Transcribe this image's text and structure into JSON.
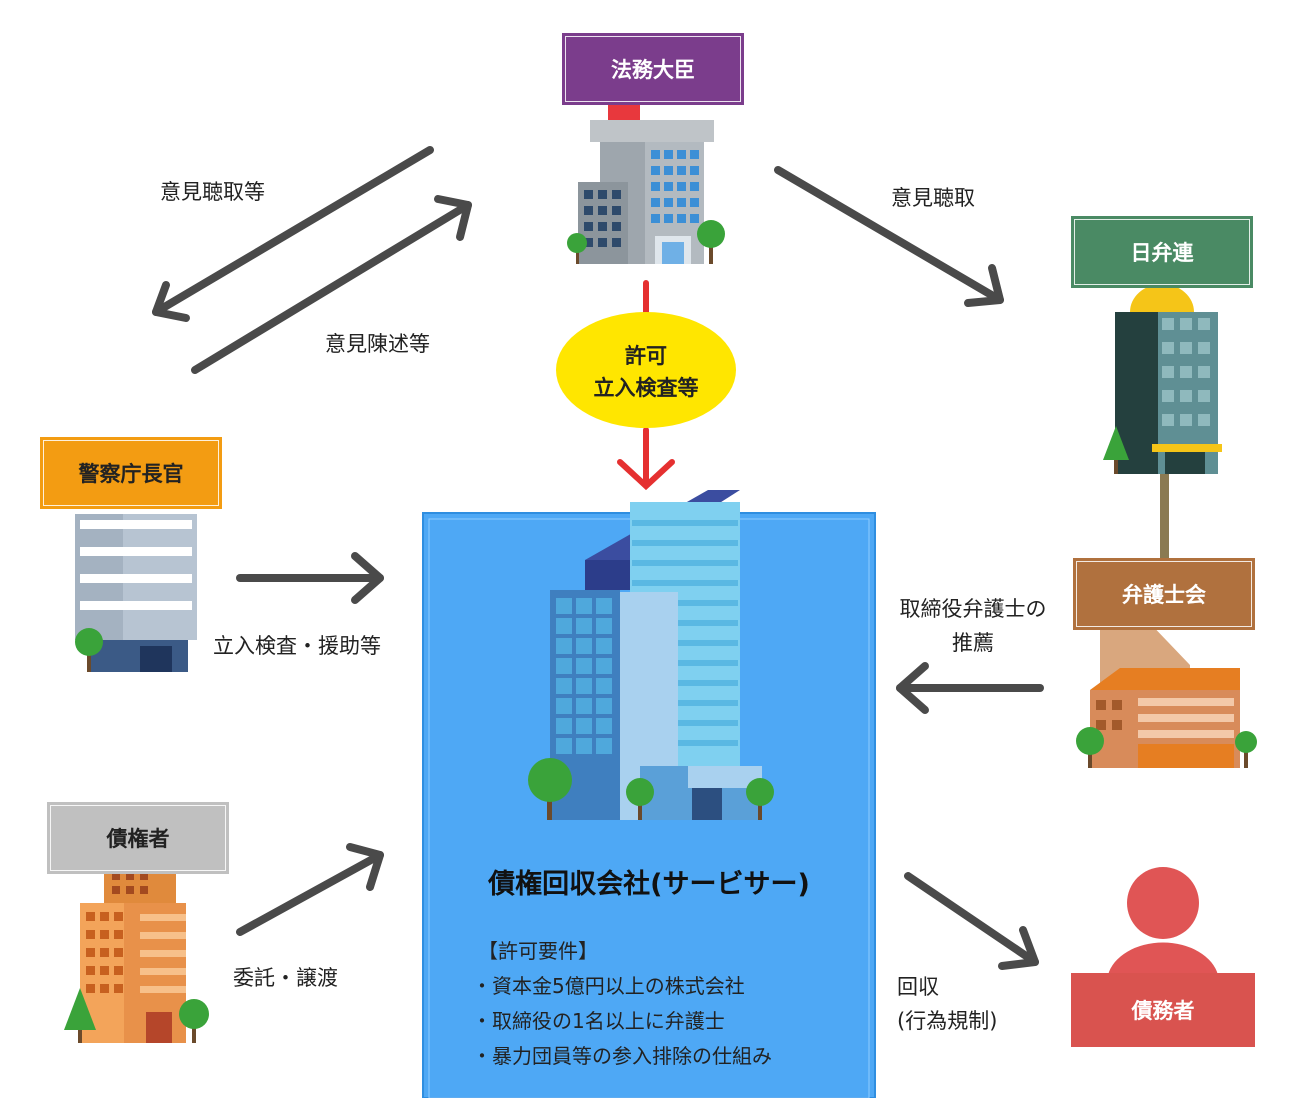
{
  "nodes": {
    "minister": "法務大臣",
    "nichibenren": "日弁連",
    "police": "警察庁長官",
    "bar_association": "弁護士会",
    "creditor": "債権者",
    "debtor": "債務者",
    "servicer": "債権回収会社(サービサー)"
  },
  "permit_bubble": {
    "line1": "許可",
    "line2": "立入検査等"
  },
  "edges": {
    "opinion_hearing_etc": "意見聴取等",
    "opinion_statement_etc": "意見陳述等",
    "opinion_hearing": "意見聴取",
    "inspection_assistance": "立入検査・援助等",
    "director_recommend_1": "取締役弁護士の",
    "director_recommend_2": "推薦",
    "entrust_transfer": "委託・譲渡",
    "collect_1": "回収",
    "collect_2": "(行為規制)"
  },
  "requirements": {
    "heading": "【許可要件】",
    "items": [
      "・資本金5億円以上の株式会社",
      "・取締役の1名以上に弁護士",
      "・暴力団員等の参入排除の仕組み"
    ]
  },
  "colors": {
    "minister": "#7b3d8c",
    "nichibenren": "#4a8a64",
    "police": "#f39c12",
    "bar_association": "#b0713e",
    "creditor": "#c0c0c0",
    "debtor": "#d9534f",
    "servicer_bg": "#4ea8f5",
    "bubble": "#ffe600",
    "arrow_gray": "#4a4a4a",
    "arrow_red": "#e53030"
  }
}
